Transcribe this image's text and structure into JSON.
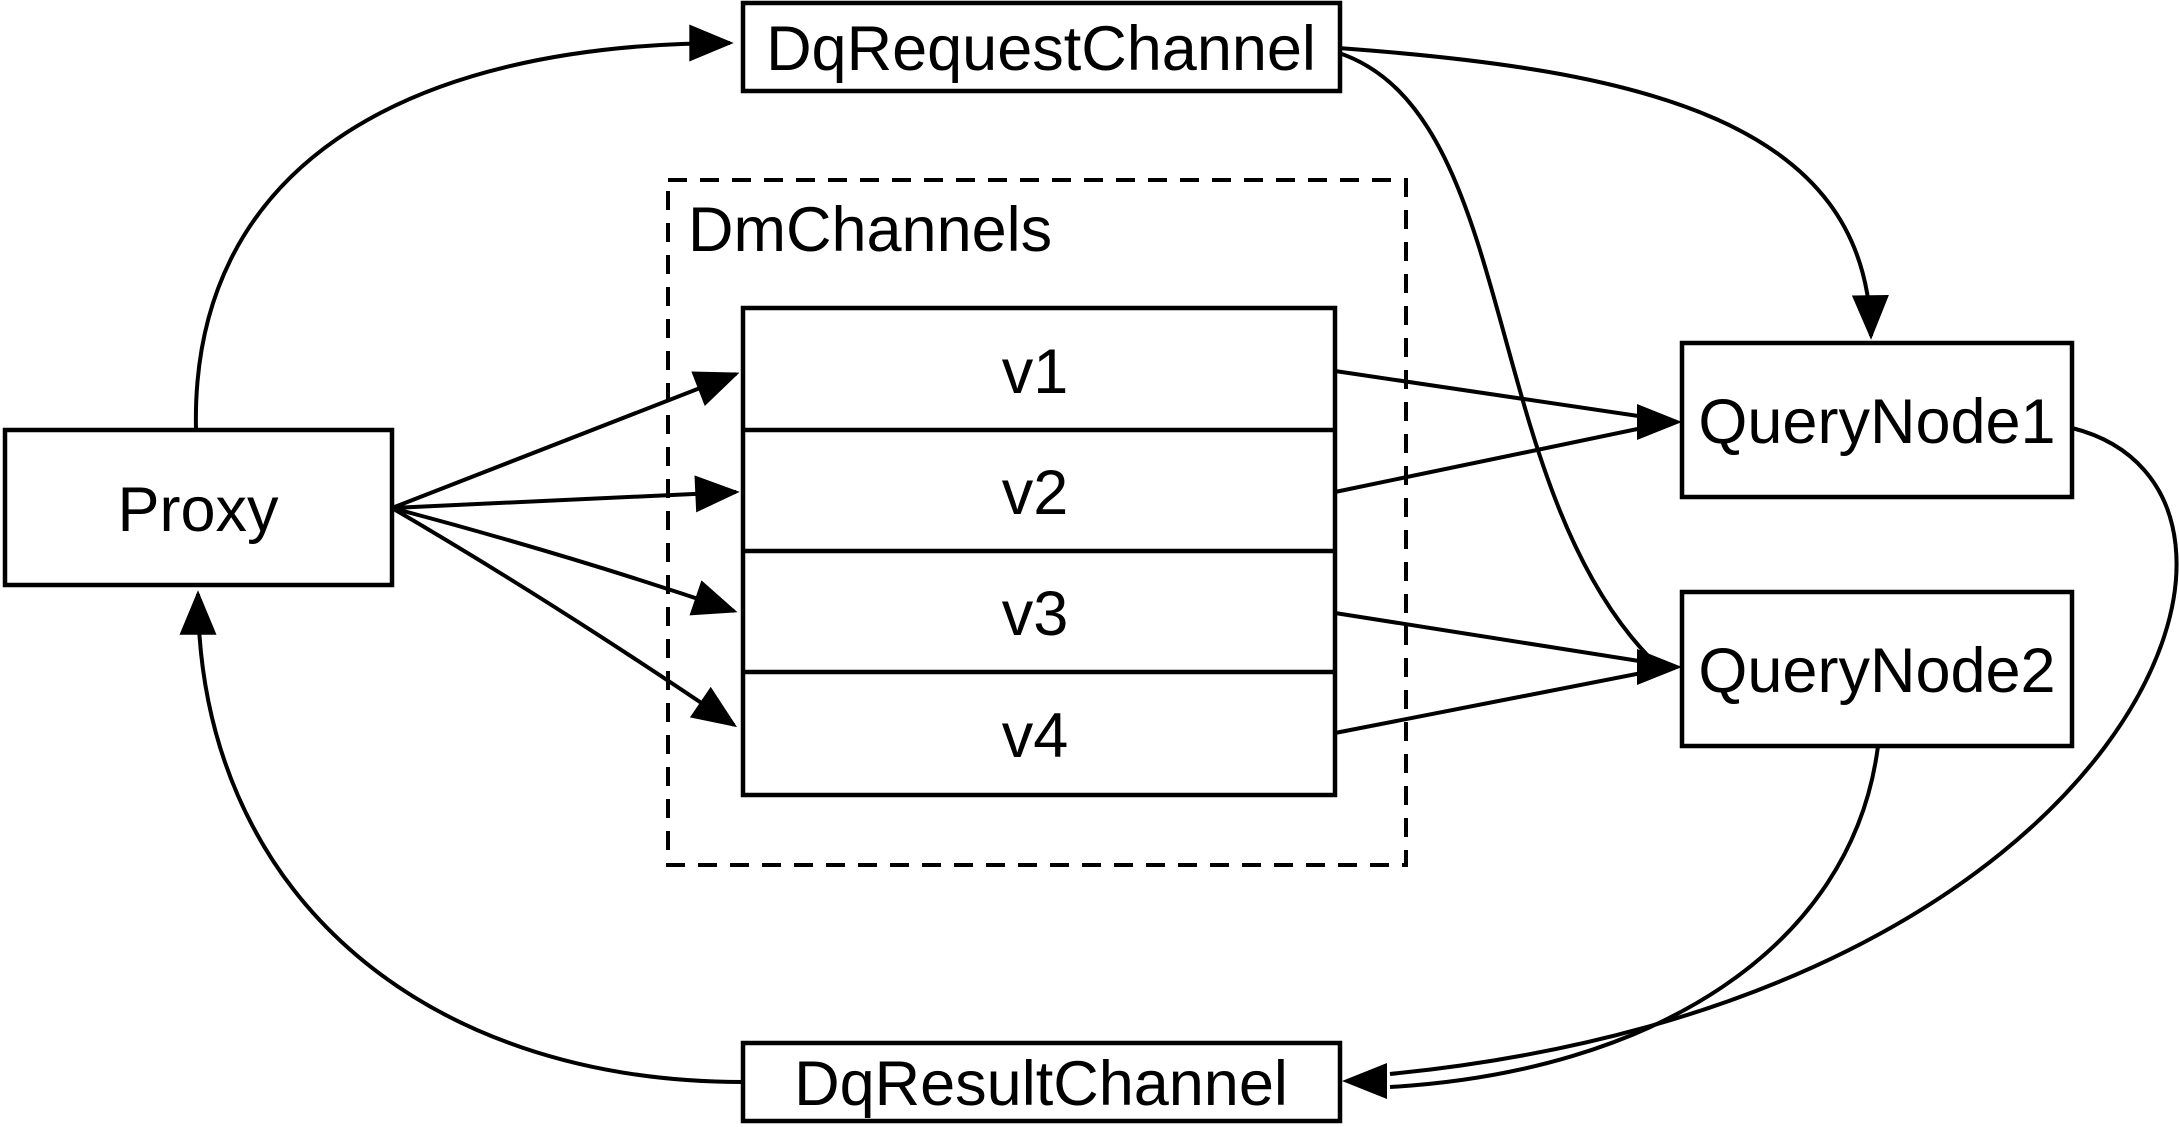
{
  "diagram": {
    "nodes": {
      "proxy": {
        "label": "Proxy"
      },
      "dq_request_channel": {
        "label": "DqRequestChannel"
      },
      "dm_channels": {
        "label": "DmChannels",
        "channels": [
          {
            "label": "v1"
          },
          {
            "label": "v2"
          },
          {
            "label": "v3"
          },
          {
            "label": "v4"
          }
        ]
      },
      "query_node_1": {
        "label": "QueryNode1"
      },
      "query_node_2": {
        "label": "QueryNode2"
      },
      "dq_result_channel": {
        "label": "DqResultChannel"
      }
    },
    "edges": [
      {
        "from": "Proxy",
        "to": "DqRequestChannel"
      },
      {
        "from": "Proxy",
        "to": "v1"
      },
      {
        "from": "Proxy",
        "to": "v2"
      },
      {
        "from": "Proxy",
        "to": "v3"
      },
      {
        "from": "Proxy",
        "to": "v4"
      },
      {
        "from": "v1",
        "to": "QueryNode1"
      },
      {
        "from": "v2",
        "to": "QueryNode1"
      },
      {
        "from": "v3",
        "to": "QueryNode2"
      },
      {
        "from": "v4",
        "to": "QueryNode2"
      },
      {
        "from": "DqRequestChannel",
        "to": "QueryNode1"
      },
      {
        "from": "DqRequestChannel",
        "to": "QueryNode2"
      },
      {
        "from": "QueryNode1",
        "to": "DqResultChannel"
      },
      {
        "from": "QueryNode2",
        "to": "DqResultChannel"
      },
      {
        "from": "DqResultChannel",
        "to": "Proxy"
      }
    ],
    "colors": {
      "stroke": "#000000",
      "background": "#ffffff",
      "box_fill": "#ffffff"
    }
  }
}
